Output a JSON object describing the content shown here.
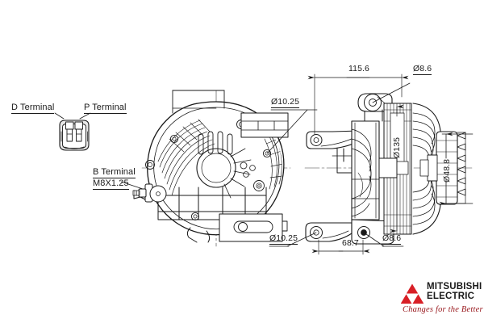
{
  "drawing": {
    "title": "Alternator outline dimensional drawing",
    "background_color": "#ffffff",
    "line_color": "#1a1a1a",
    "views": [
      {
        "name": "connector-detail-view",
        "description": "D/P terminal connector front detail"
      },
      {
        "name": "front-end-view",
        "description": "Alternator drive-end front view"
      },
      {
        "name": "side-profile-view",
        "description": "Alternator side section view with pulley"
      }
    ]
  },
  "callouts": {
    "d_terminal": "D Terminal",
    "p_terminal": "P Terminal",
    "b_terminal": "B Terminal",
    "b_terminal_thread": "M8X1.25"
  },
  "dimensions": {
    "length_115_6": "115.6",
    "hole_8_6_top": "Ø8.6",
    "hole_8_6_bottom": "Ø8.6",
    "hole_10_25_top": "Ø10.25",
    "hole_10_25_bottom": "Ø10.25",
    "body_diameter_135": "Ø135",
    "pulley_diameter_48_8": "Ø48.8",
    "mount_span_68_7": "68.7"
  },
  "logo": {
    "brand_line1": "MITSUBISHI",
    "brand_line2": "ELECTRIC",
    "tagline": "Changes for the Better",
    "mark_color": "#d81f26",
    "tagline_color": "#9a1b20",
    "mark_name": "three-diamond-mark"
  }
}
